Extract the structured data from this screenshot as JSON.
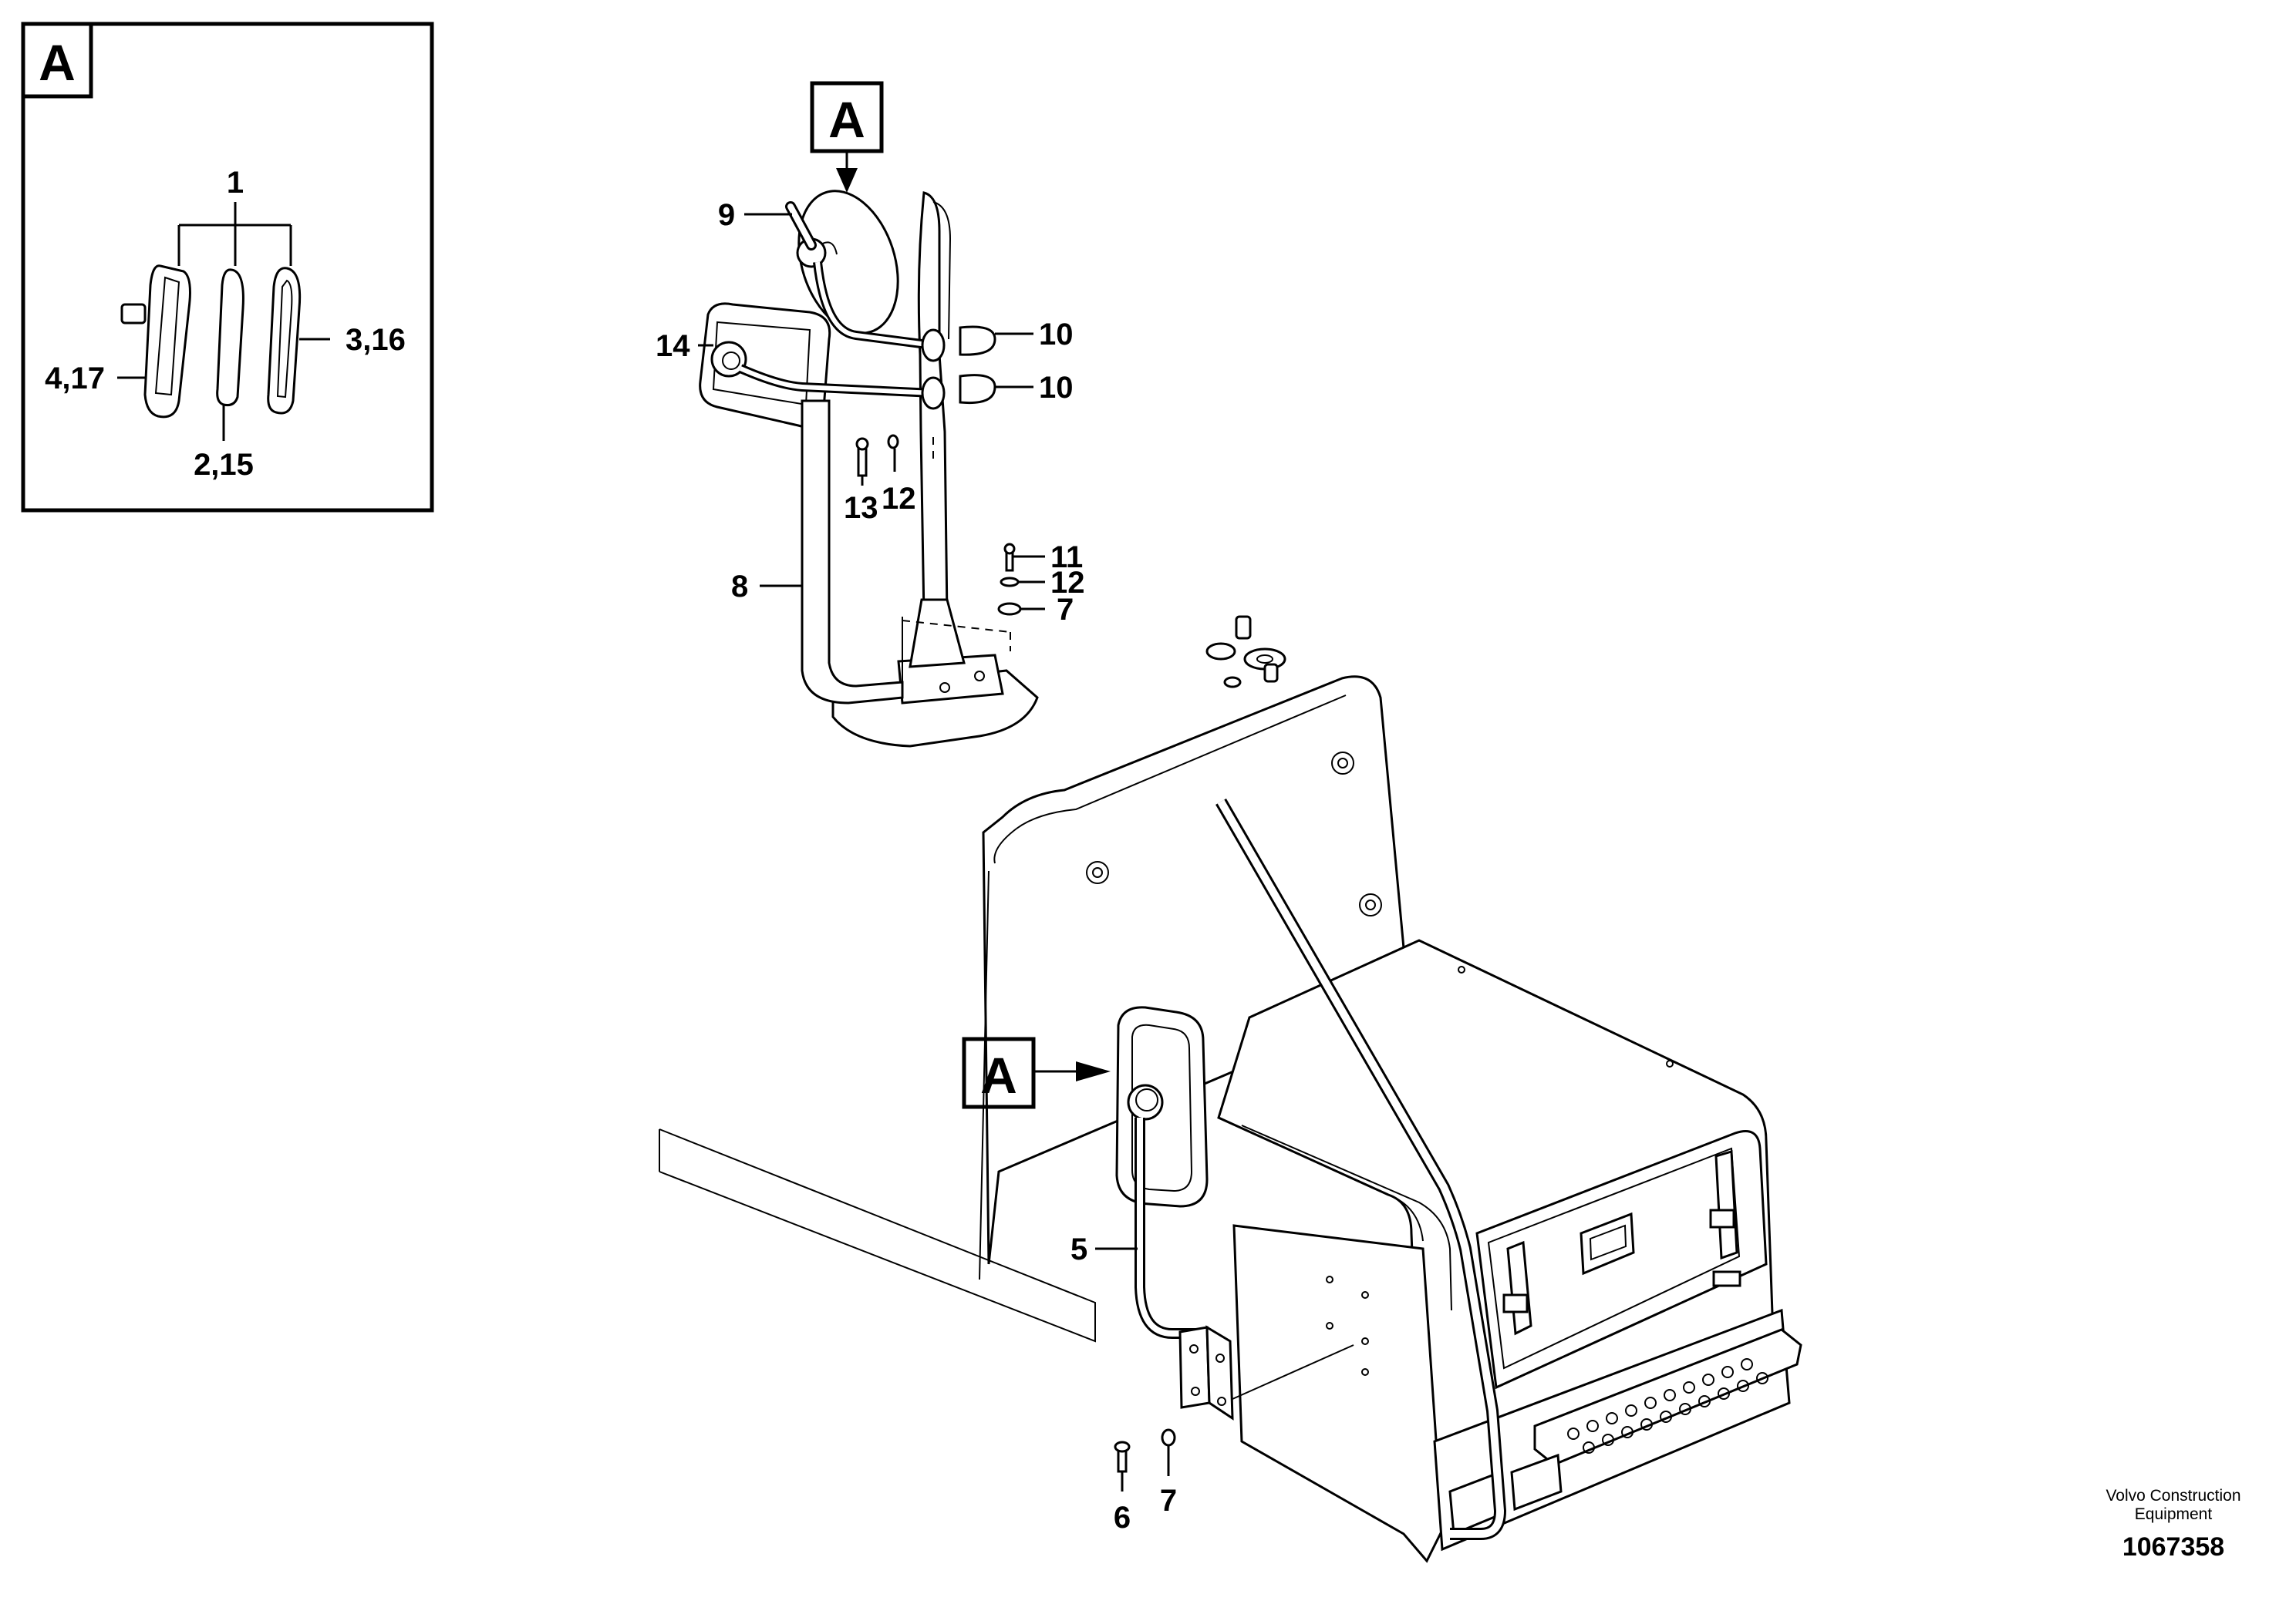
{
  "detail": {
    "letter": "A",
    "callouts": {
      "group": "1",
      "left": "4,17",
      "middle": "2,15",
      "right": "3,16"
    }
  },
  "view_markers": [
    "A",
    "A"
  ],
  "callouts": {
    "c9": "9",
    "c14": "14",
    "c10a": "10",
    "c10b": "10",
    "c13": "13",
    "c12a": "12",
    "c8": "8",
    "c11": "11",
    "c12b": "12",
    "c7a": "7",
    "c5": "5",
    "c6": "6",
    "c7b": "7"
  },
  "footer": {
    "brand_line1": "Volvo Construction",
    "brand_line2": "Equipment",
    "drawing_number": "1067358"
  }
}
